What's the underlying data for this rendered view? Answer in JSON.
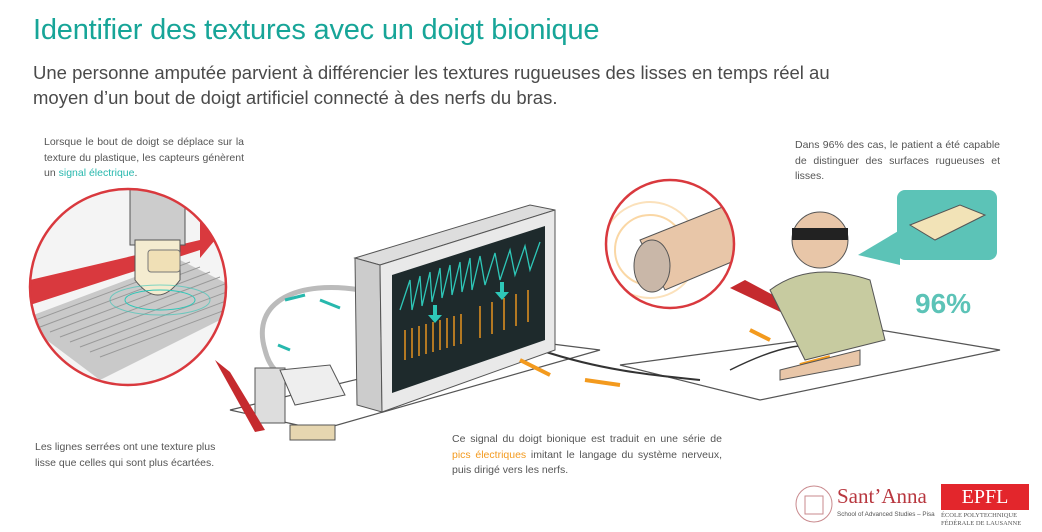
{
  "title": "Identifier des textures avec un doigt bionique",
  "subtitle": "Une personne amputée parvient à différencier les textures rugueuses des lisses en temps réel au moyen d’un bout de doigt artificiel connecté à des nerfs du bras.",
  "notes": {
    "top_left": {
      "before": "Lorsque le bout de doigt se déplace sur la texture du plastique, les capteurs génèrent un ",
      "highlight": "signal électrique",
      "after": "."
    },
    "top_right": "Dans 96% des cas, le patient a été capable de distinguer des surfaces rugueuses et lisses.",
    "bottom_left": "Les lignes serrées ont une texture plus lisse que celles qui sont plus écartées.",
    "bottom_center": {
      "before": "Ce signal du doigt bionique est traduit en une série de ",
      "highlight": "pics électriques",
      "after": " imitant le langage du système nerveux, puis dirigé vers les nerfs."
    }
  },
  "result_percent": "96%",
  "logos": {
    "santanna_name": "Sant’Anna",
    "santanna_sub": "School of Advanced Studies – Pisa",
    "epfl_name": "EPFL",
    "epfl_sub_1": "ÉCOLE POLYTECHNIQUE",
    "epfl_sub_2": "FÉDÉRALE DE LAUSANNE"
  },
  "colors": {
    "title": "#17a598",
    "accent_teal": "#27b8ad",
    "accent_orange": "#f39a1e",
    "circle_red": "#d9393e",
    "bubble": "#5cc3b7"
  }
}
